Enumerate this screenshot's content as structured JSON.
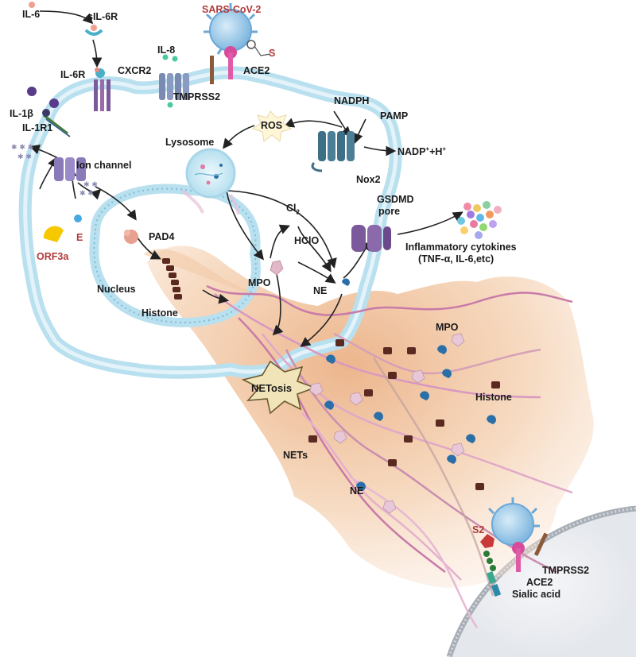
{
  "labels": {
    "il6": "IL-6",
    "sil6r": "sIL-6R",
    "il6r": "IL-6R",
    "sars": "SARS-CoV-2",
    "s": "S",
    "il8": "IL-8",
    "cxcr2": "CXCR2",
    "ace2_top": "ACE2",
    "tmprss2_top": "TMPRSS2",
    "il1b": "IL-1β",
    "il1r1": "IL-1R1",
    "ion_channel": "Ion channel",
    "orf3a": "ORF3a",
    "e": "E",
    "ros": "ROS",
    "nadph": "NADPH",
    "pamp": "PAMP",
    "nadp_base": "NADP",
    "nadp_sup1": "+",
    "nadp_mid": "+H",
    "nadp_sup2": "+",
    "nox2": "Nox2",
    "lysosome": "Lysosome",
    "gsdmd": "GSDMD",
    "pore": "pore",
    "cl_base": "Cl",
    "cl_sub": "2",
    "hclo": "HClO",
    "pad4": "PAD4",
    "nucleus": "Nucleus",
    "histone_in": "Histone",
    "mpo_in": "MPO",
    "ne_in": "NE",
    "inflam1": "Inflammatory cytokines",
    "inflam2": "(TNF-α, IL-6,etc)",
    "netosis": "NETosis",
    "mpo_out": "MPO",
    "histone_out": "Histone",
    "nets": "NETs",
    "ne_out": "NE",
    "s2": "S2",
    "tmprss2_bottom": "TMPRSS2",
    "ace2_bottom": "ACE2",
    "sialic": "Sialic acid"
  },
  "colors": {
    "membrane": "#a9d6e8",
    "membrane_dot": "#7fbcd6",
    "viral_red": "#b23a3a",
    "histone": "#6b3a30",
    "ne": "#2a6fa8",
    "mpo": "#e0b8c8",
    "dna": "#c87aa8",
    "net_cloud": "#f2c9a6",
    "nox2": "#3d6f86",
    "ion_channel": "#8a7ab8",
    "gsdmd": "#7a5a9a"
  }
}
